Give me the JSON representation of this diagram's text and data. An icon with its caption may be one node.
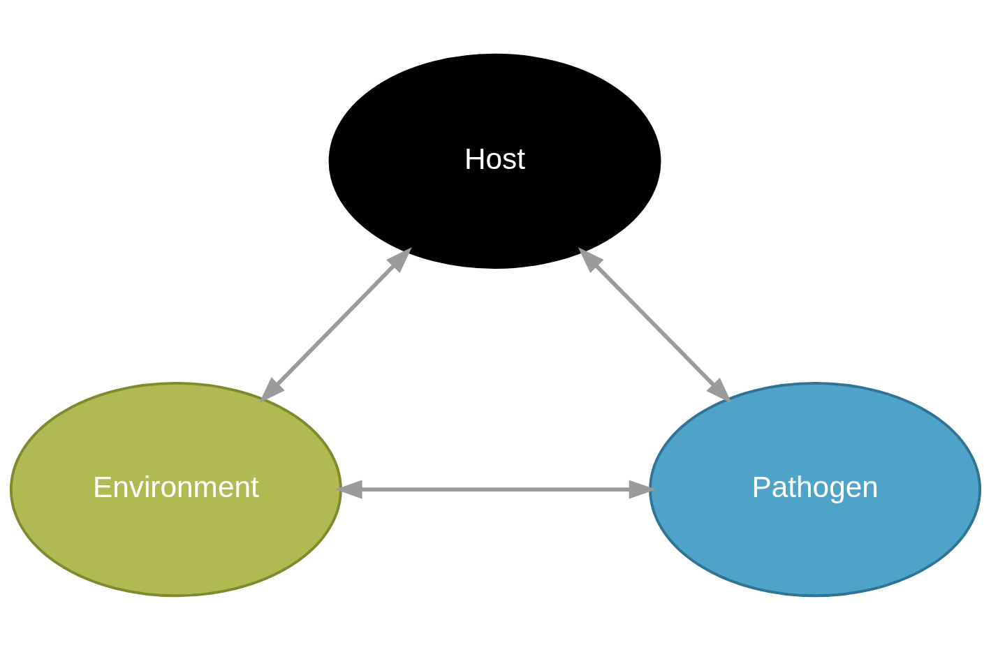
{
  "diagram": {
    "nodes": [
      {
        "text": [
          "Host"
        ]
      },
      {
        "text": [
          "Environment"
        ]
      },
      {
        "text": [
          "Pathogen"
        ]
      }
    ],
    "edges": [
      {
        "from": 1,
        "to": 0,
        "arrow": "both"
      },
      {
        "from": 0,
        "to": 2,
        "arrow": "both"
      },
      {
        "from": 1,
        "to": 2,
        "arrow": "both"
      }
    ]
  }
}
